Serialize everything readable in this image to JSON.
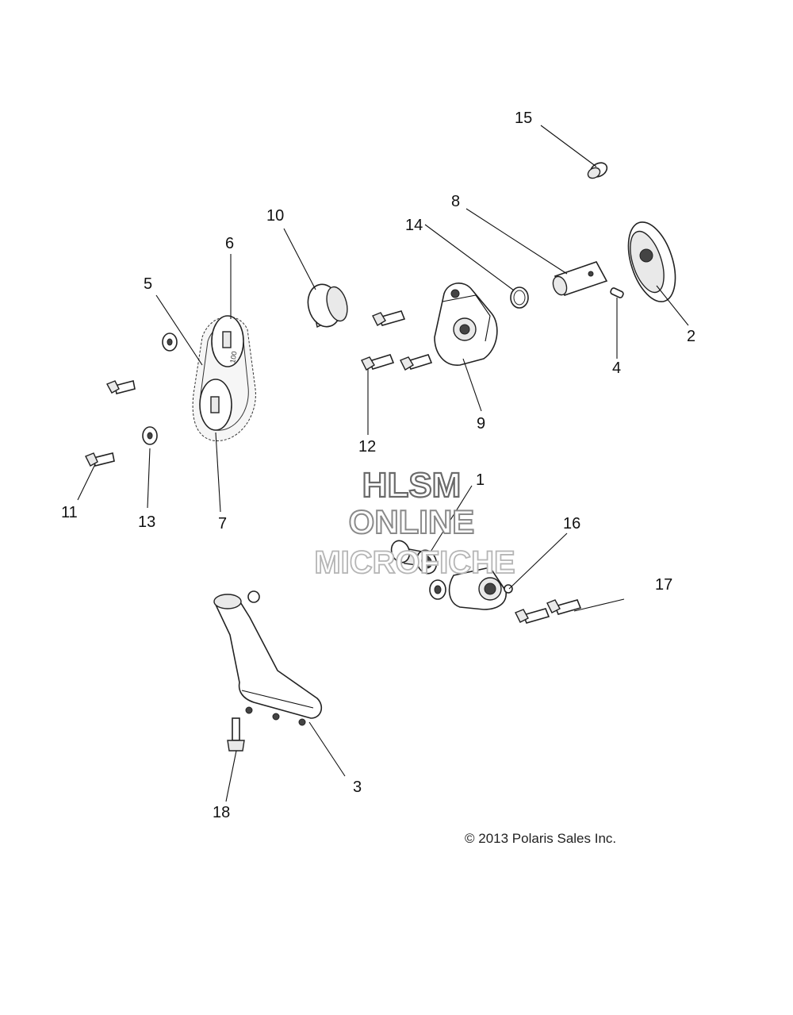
{
  "diagram": {
    "callouts": [
      "1",
      "2",
      "3",
      "4",
      "5",
      "6",
      "7",
      "8",
      "9",
      "10",
      "11",
      "12",
      "13",
      "14",
      "15",
      "16",
      "17",
      "18"
    ],
    "sprocket_top_label": "100",
    "watermark": [
      "HLSM",
      "ONLINE",
      "MICROFICHE"
    ],
    "copyright": "© 2013 Polaris Sales Inc."
  }
}
